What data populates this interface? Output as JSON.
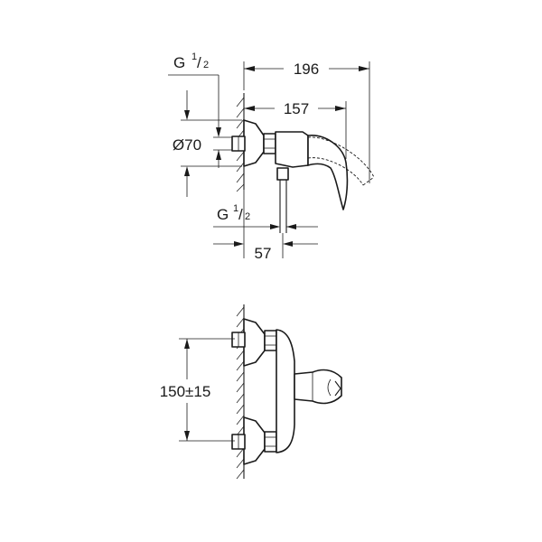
{
  "top_view": {
    "outlet_thread": {
      "label": "G",
      "fraction_num": "1",
      "fraction_den": "2"
    },
    "diameter_label": "Ø70",
    "overall_length": "196",
    "body_length": "157",
    "bottom_thread": {
      "label": "G",
      "fraction_num": "1",
      "fraction_den": "2"
    },
    "offset_length": "57"
  },
  "front_view": {
    "spacing_label": "150±15"
  }
}
